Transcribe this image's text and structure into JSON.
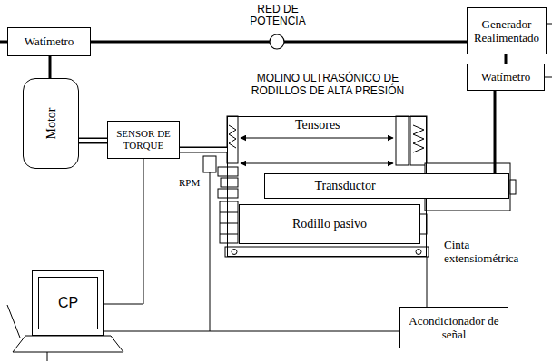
{
  "diagram": {
    "nodes": [
      {
        "text": [
          "Watímetro"
        ]
      },
      {
        "text": [
          "Generador Realimentado"
        ]
      },
      {
        "text": [
          "Watímetro"
        ]
      },
      {
        "text": [
          "Motor"
        ]
      },
      {
        "text": [
          "MOLINO ULTRASÓNICO DE RODILLOS DE ALTA PRESIÓN"
        ]
      },
      {
        "text": [
          "Transductor"
        ],
        "in": 4
      },
      {
        "text": [
          "Rodillo pasivo"
        ],
        "in": 4
      },
      {
        "text": [
          "SENSOR DE TORQUE"
        ]
      },
      {
        "text": [
          "CP"
        ]
      },
      {
        "text": [
          "Acondicionador de señal"
        ]
      }
    ],
    "edges": [
      {
        "from": 0,
        "to": 1,
        "arrow": "none"
      },
      {
        "from": 1,
        "to": 2,
        "arrow": "none"
      },
      {
        "from": 0,
        "to": 3,
        "arrow": "none"
      },
      {
        "from": 3,
        "to": 7,
        "arrow": "none"
      },
      {
        "from": 7,
        "to": 4,
        "arrow": "none"
      },
      {
        "from": 2,
        "to": 5,
        "arrow": "none"
      },
      {
        "from": 7,
        "to": 8,
        "arrow": "none"
      },
      {
        "from": 9,
        "to": 8,
        "arrow": "none"
      }
    ],
    "labels": [
      "RED DE POTENCIA",
      "Tensores",
      "RPM",
      "Cinta extensiométrica"
    ]
  }
}
